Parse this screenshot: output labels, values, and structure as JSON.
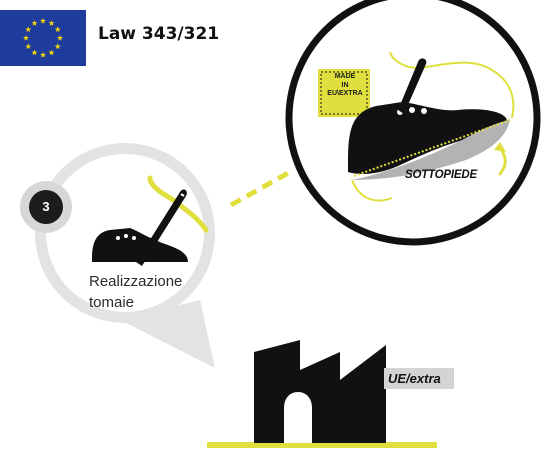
{
  "header": {
    "title": "Law 343/321"
  },
  "flag": {
    "name": "eu-flag",
    "background": "#1d3c9c",
    "stars": "#f5d50a"
  },
  "step": {
    "number": "3",
    "label_line1": "Realizzazione",
    "label_line2": "tomaie"
  },
  "zoom": {
    "stamp_line1": "MADE",
    "stamp_line2": "IN",
    "stamp_line3": "EU\\EXTRA",
    "part_label": "SOTTOPIEDE"
  },
  "factory": {
    "origin_label": "UE/extra"
  },
  "colors": {
    "accent": "#dfe03d",
    "dark": "#111111",
    "bubble": "#e3e3e3",
    "sole": "#b3b3b3"
  }
}
